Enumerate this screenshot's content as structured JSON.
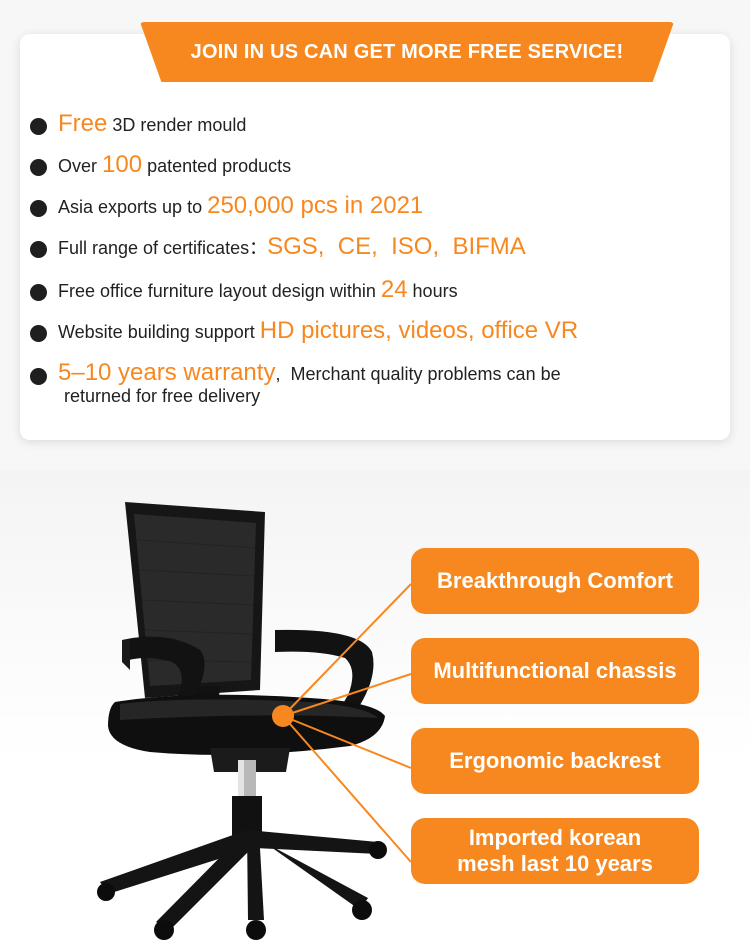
{
  "header": {
    "title": "JOIN IN US CAN GET MORE FREE SERVICE!"
  },
  "features": [
    {
      "highlight": "Free",
      "text_after": " 3D render mould"
    },
    {
      "text_before": "Over ",
      "highlight": "100",
      "text_after": " patented products"
    },
    {
      "text_before": "Asia exports up to ",
      "highlight": "250,000 pcs in 2021"
    },
    {
      "text_before": "Full range of certificates：",
      "highlight": "SGS,  CE,  ISO,  BIFMA"
    },
    {
      "text_before": "Free office furniture layout design within ",
      "highlight": "24",
      "text_after": " hours"
    },
    {
      "text_before": "Website building support ",
      "highlight": "HD pictures, videos, office VR"
    },
    {
      "highlight": "5–10 years warranty",
      "text_after": ",  Merchant quality problems can be",
      "text_line2": "returned for free delivery"
    }
  ],
  "product_features": [
    {
      "label": "Breakthrough Comfort"
    },
    {
      "label": "Multifunctional chassis"
    },
    {
      "label": "Ergonomic backrest"
    },
    {
      "label_line1": "Imported korean",
      "label_line2": "mesh last 10 years"
    }
  ],
  "colors": {
    "accent": "#f7881f",
    "text": "#222222",
    "bullet": "#1f1f1f"
  }
}
